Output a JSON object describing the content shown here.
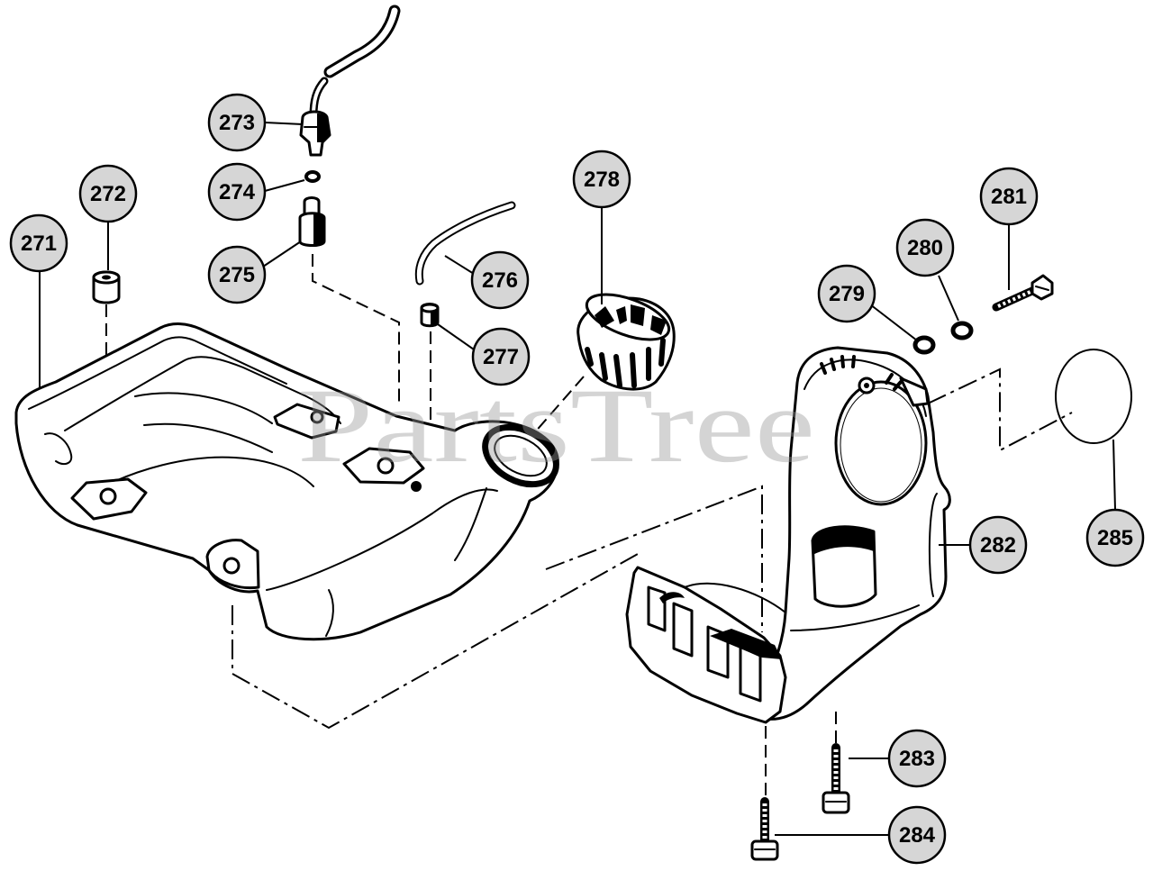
{
  "callouts": [
    "271",
    "272",
    "273",
    "274",
    "275",
    "276",
    "277",
    "278",
    "279",
    "280",
    "281",
    "282",
    "283",
    "284",
    "285"
  ],
  "watermark": {
    "text": "PartsTree"
  },
  "colors": {
    "background": "#ffffff",
    "line": "#000000",
    "callout_fill": "#d6d6d6",
    "watermark": "#9a9a9a"
  }
}
